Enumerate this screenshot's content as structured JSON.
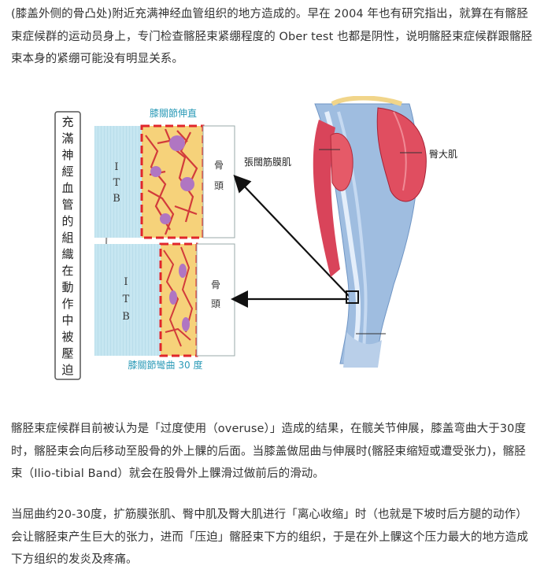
{
  "paragraphs": {
    "p1": "(膝盖外侧的骨凸处)附近充满神经血管组织的地方造成的。早在 2004 年也有研究指出，就算在有髂胫束症候群的运动员身上，专门检查髂胫束紧绷程度的 Ober test 也都是阴性，说明髂胫束症候群跟髂胫束本身的紧绷可能没有明显关系。",
    "p2": "髂胫束症候群目前被认为是「过度使用（overuse）」造成的结果，在髋关节伸展，膝盖弯曲大于30度时，髂胫束会向后移动至股骨的外上髁的后面。当膝盖做屈曲与伸展时(髂胫束缩短或遭受张力)，髂胫束（Ilio-tibial Band）就会在股骨外上髁滑过做前后的滑动。",
    "p3": "当屈曲约20-30度，扩筋膜张肌、臀中肌及臀大肌进行「离心收缩」时（也就是下坡时后方腿的动作）会让髂胫束产生巨大的张力，进而「压迫」髂胫束下方的组织，于是在外上髁这个压力最大的地方造成下方组织的发炎及疼痛。"
  },
  "figure": {
    "side_label": "充滿神經血管的組織在動作中被壓迫",
    "top_panel_title": "膝關節伸直",
    "bottom_panel_title": "膝關節彎曲 30 度",
    "itb_label": "ITB",
    "bone_label": "骨頭",
    "muscle_label_tfl": "張闊筋膜肌",
    "muscle_label_glute": "臀大肌"
  },
  "colors": {
    "itb_fill": "#bfe3ef",
    "tissue_fill": "#f6d27a",
    "dash_red": "#e0262b",
    "vessel_red": "#d83a3a",
    "nerve_purple": "#9a5fb0",
    "muscle_red": "#d94a55",
    "band_blue": "#8fb3d9"
  }
}
